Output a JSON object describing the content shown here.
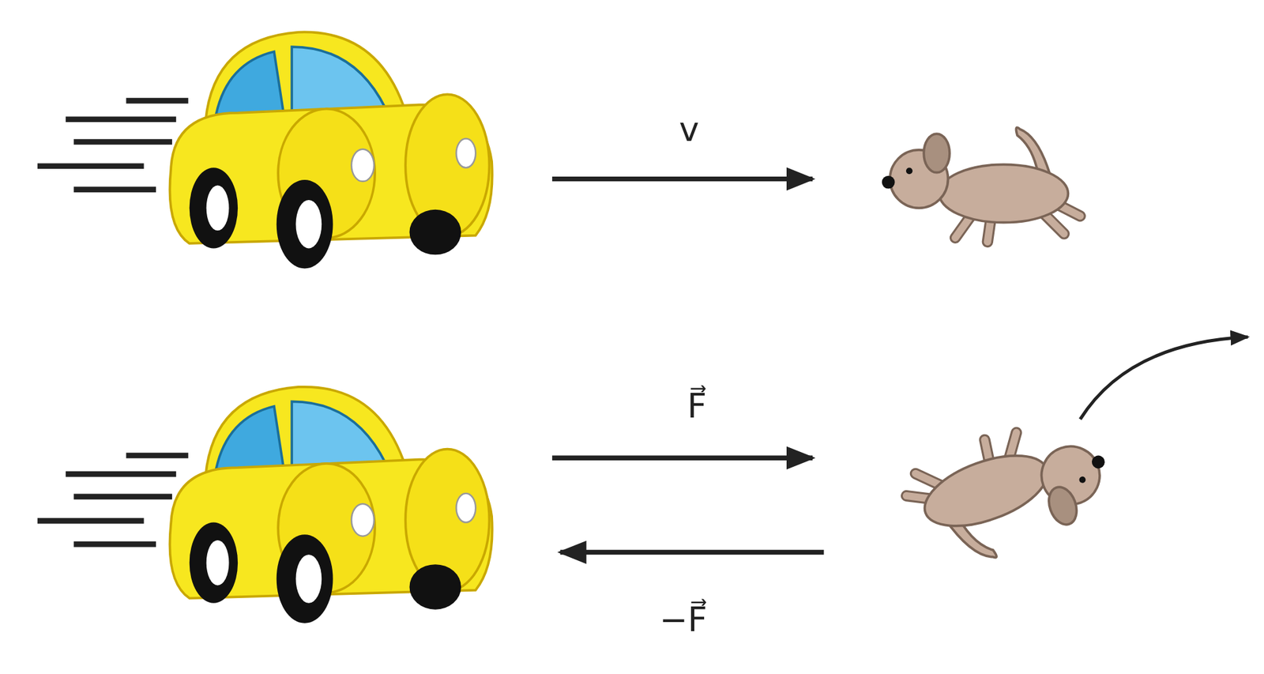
{
  "diagram": {
    "labels": [
      "v",
      "F⃗",
      "−F⃗"
    ]
  }
}
